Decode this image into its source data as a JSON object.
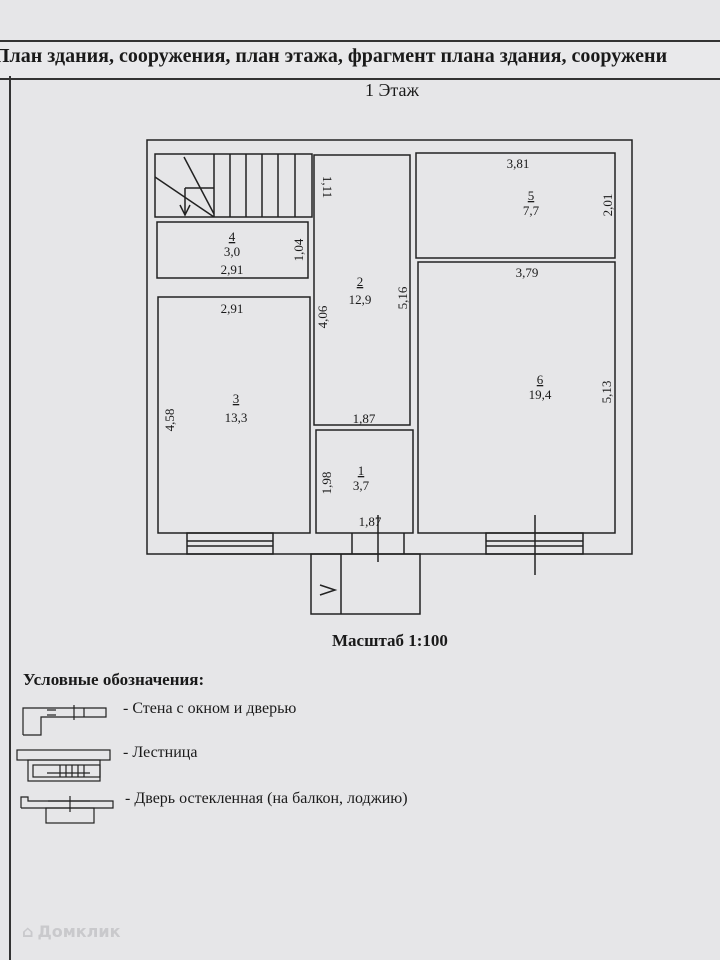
{
  "header": {
    "title": "План здания, сооружения, план этажа, фрагмент плана здания, сооружени"
  },
  "floor_label": "1 Этаж",
  "rooms": [
    {
      "number": "1",
      "area": "3,7"
    },
    {
      "number": "2",
      "area": "12,9"
    },
    {
      "number": "3",
      "area": "13,3"
    },
    {
      "number": "4",
      "area": "3,0"
    },
    {
      "number": "5",
      "area": "7,7"
    },
    {
      "number": "6",
      "area": "19,4"
    }
  ],
  "dimensions": {
    "stair_height": "1,11",
    "r4_height": "1,04",
    "r4_width": "2,91",
    "r3_width": "2,91",
    "r3_height": "4,58",
    "r2_height_left": "4,06",
    "r2_height_right": "5,16",
    "r2_width": "1,87",
    "r1_height": "1,98",
    "r1_width": "1,87",
    "r5_width": "3,81",
    "r5_height": "2,01",
    "r6_width": "3,79",
    "r6_height": "5,13"
  },
  "scale": "Масштаб 1:100",
  "legend": {
    "title": "Условные обозначения:",
    "items": [
      "- Стена с окном и дверью",
      "- Лестница",
      "- Дверь остекленная (на балкон, лоджию)"
    ]
  },
  "watermark": "Домклик"
}
